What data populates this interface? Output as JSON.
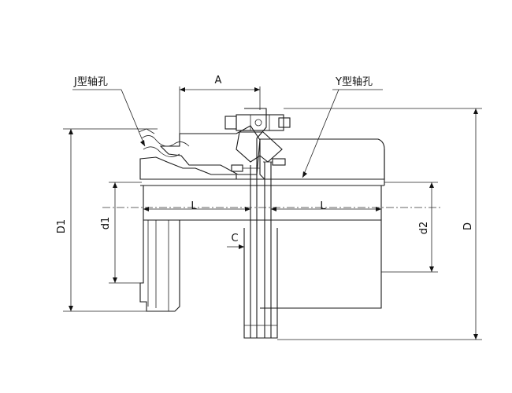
{
  "diagram": {
    "labels": {
      "j_hole": "J型轴孔",
      "y_hole": "Y型轴孔",
      "dim_a": "A",
      "dim_l_left": "L",
      "dim_l_right": "L",
      "dim_c": "C",
      "dim_d1": "D1",
      "dim_d1_small": "d1",
      "dim_d2_small": "d2",
      "dim_d_outer": "D"
    },
    "colors": {
      "line": "#1a1a1a",
      "background": "#ffffff"
    }
  }
}
